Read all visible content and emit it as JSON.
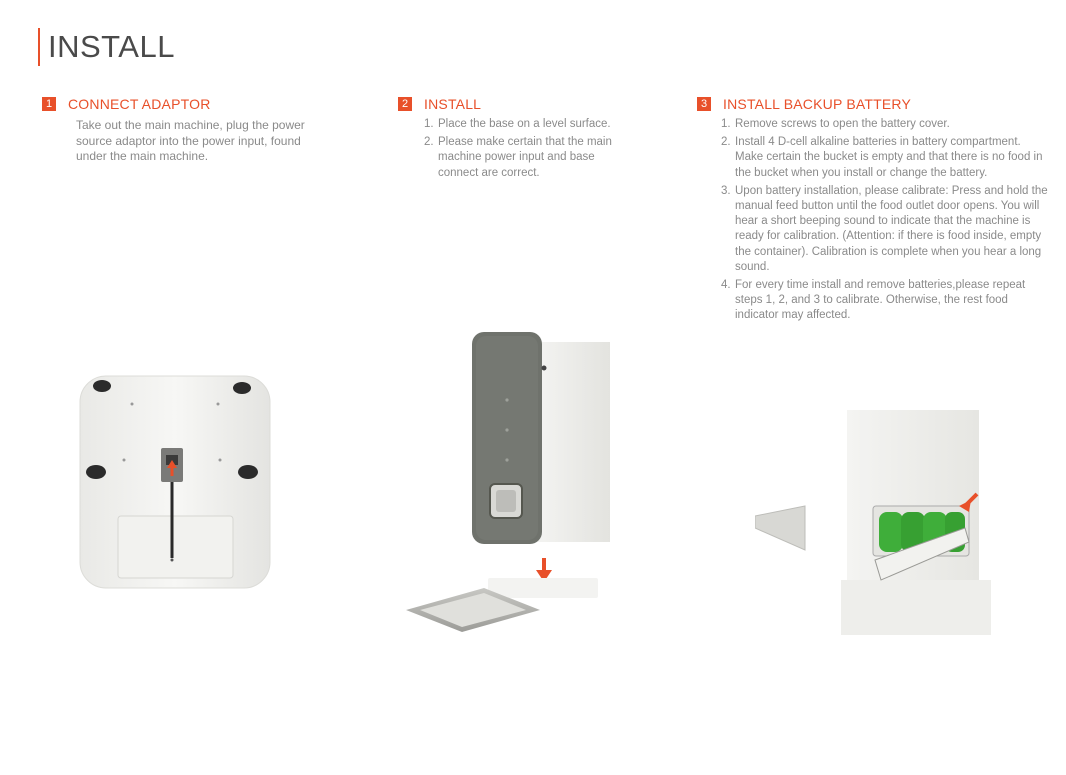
{
  "page": {
    "title": "INSTALL"
  },
  "colors": {
    "accent": "#e8502a",
    "text": "#8a8a8a",
    "device_dark": "#6f726c",
    "battery_green": "#3fae3a"
  },
  "sections": [
    {
      "number": "1",
      "title": "CONNECT ADAPTOR",
      "text": "Take out the main machine, plug the power source adaptor into the power input, found under the main machine."
    },
    {
      "number": "2",
      "title": "INSTALL",
      "steps": [
        "Place the base on a level surface.",
        "Please make certain that the main machine power input and base connect are correct."
      ]
    },
    {
      "number": "3",
      "title": "INSTALL BACKUP BATTERY",
      "steps": [
        "Remove screws to open the battery cover.",
        "Install 4 D-cell alkaline batteries in battery compartment. Make certain the bucket is empty and that there is no food in the bucket when you install or change the battery.",
        "Upon battery installation, please calibrate: Press and hold the manual feed button until the food outlet door opens. You will hear a short beeping sound to indicate that the machine is ready for calibration. (Attention: if there is food inside, empty the container). Calibration is complete when you hear a long sound.",
        "For every time install and remove batteries,please repeat steps 1, 2, and 3 to calibrate. Otherwise, the rest food indicator may affected."
      ]
    }
  ],
  "step_numbers": [
    "1.",
    "2.",
    "3.",
    "4."
  ]
}
